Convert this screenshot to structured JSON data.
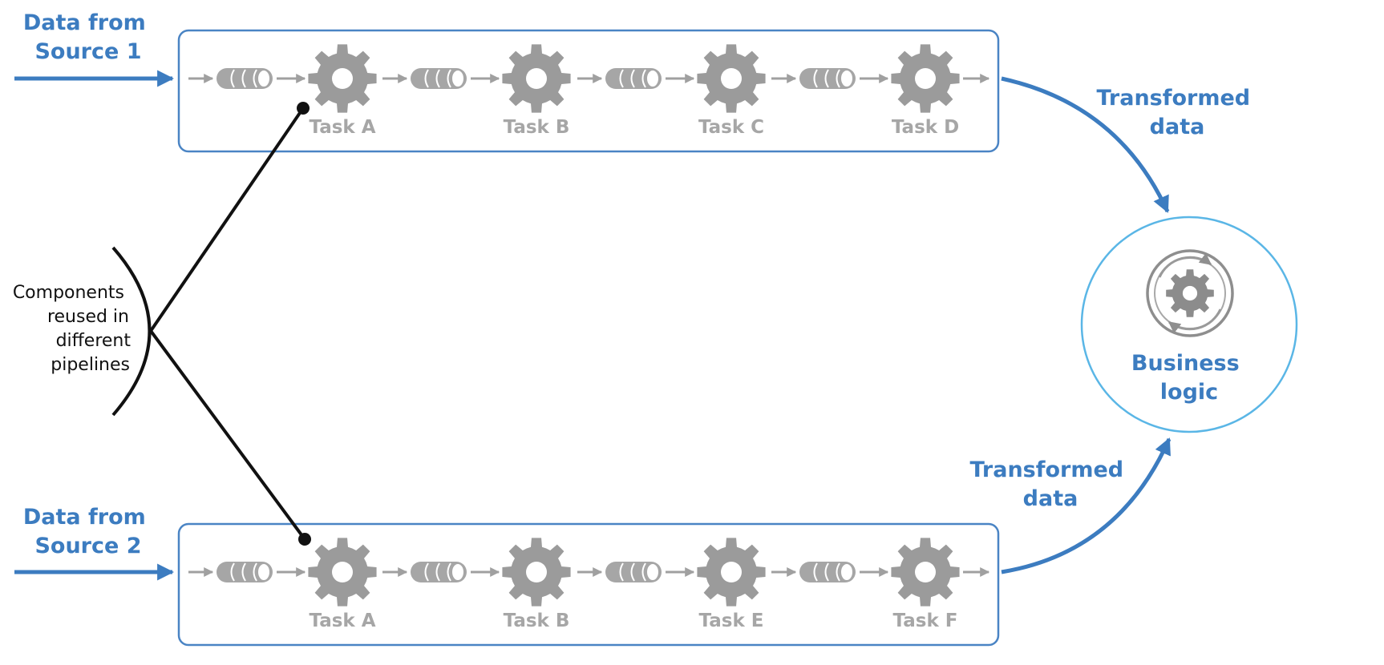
{
  "colors": {
    "accent_blue": "#3c7cc0",
    "pipeline_border": "#4a84c4",
    "circle_border": "#5ab6e6",
    "gear_gray": "#9b9b9b",
    "line_black": "#111111"
  },
  "pipelines": [
    {
      "source_label": [
        "Data from",
        "Source 1"
      ],
      "tasks": [
        "Task A",
        "Task B",
        "Task C",
        "Task D"
      ],
      "output_label": [
        "Transformed",
        "data"
      ]
    },
    {
      "source_label": [
        "Data from",
        "Source 2"
      ],
      "tasks": [
        "Task A",
        "Task B",
        "Task E",
        "Task F"
      ],
      "output_label": [
        "Transformed",
        "data"
      ]
    }
  ],
  "callout": {
    "lines": [
      "Components",
      "reused in",
      "different",
      "pipelines"
    ]
  },
  "business_logic": {
    "lines": [
      "Business",
      "logic"
    ],
    "icon": "gear-cycle-icon"
  }
}
